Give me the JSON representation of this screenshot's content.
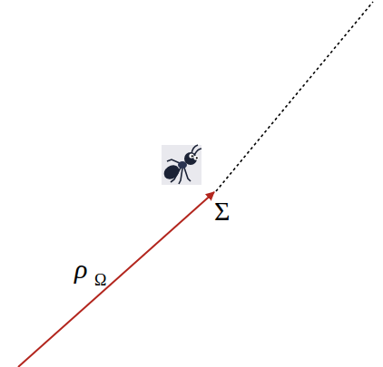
{
  "diagram": {
    "labels": [
      "ρ",
      "Ω",
      "Σ"
    ]
  }
}
